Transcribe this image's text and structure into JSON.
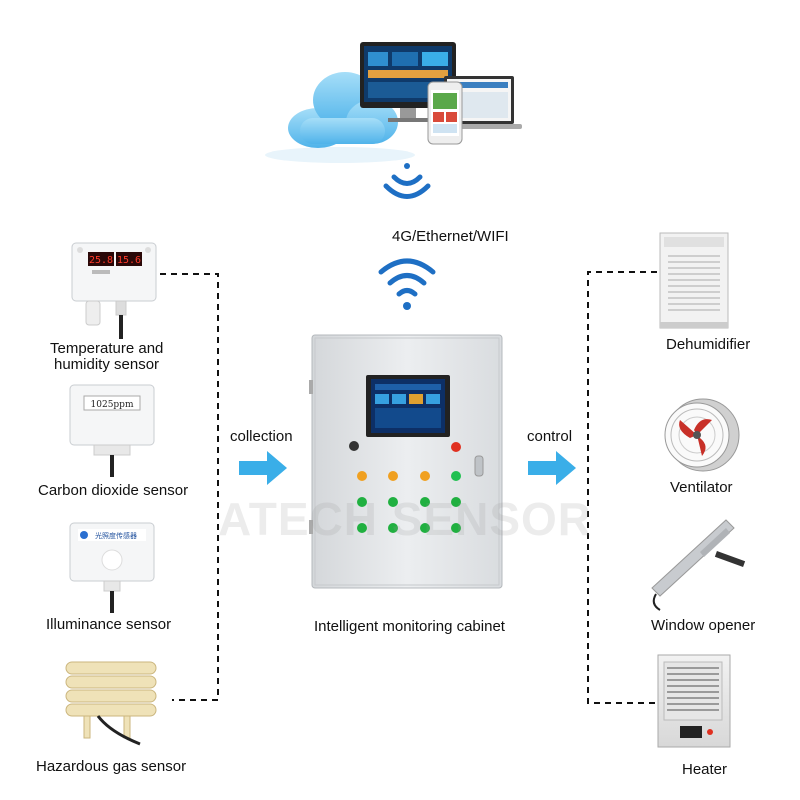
{
  "diagram": {
    "network_label": "4G/Ethernet/WIFI",
    "collection_label": "collection",
    "control_label": "control",
    "cabinet_label": "Intelligent monitoring cabinet",
    "watermark": "ATECH SENSOR",
    "sensors": [
      {
        "label": "Temperature and humidity sensor",
        "line1": "Temperature and",
        "line2": "humidity sensor",
        "display_temp": "25.8",
        "display_hum": "15.6"
      },
      {
        "label": "Carbon dioxide sensor",
        "display": "1025ppm"
      },
      {
        "label": "Illuminance sensor",
        "badge": "光照度传感器"
      },
      {
        "label": "Hazardous gas sensor"
      }
    ],
    "actuators": [
      {
        "label": "Dehumidifier"
      },
      {
        "label": "Ventilator"
      },
      {
        "label": "Window opener"
      },
      {
        "label": "Heater"
      }
    ],
    "colors": {
      "arrow": "#3aaee8",
      "cloud": "#7ccbf2",
      "wifi": "#1e6fc4",
      "dashed_line": "#111111",
      "cabinet_body": "#e6e8ea"
    }
  }
}
